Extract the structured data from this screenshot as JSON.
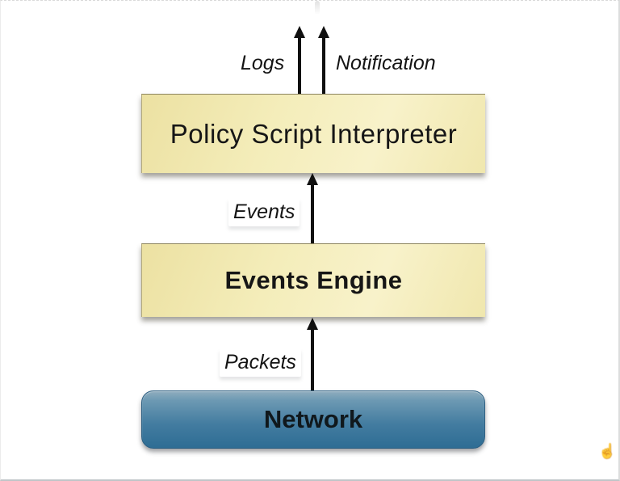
{
  "diagram": {
    "boxes": [
      {
        "id": "policy-script-interpreter",
        "label": "Policy Script Interpreter",
        "fill": "#f4edba",
        "edge": "#8e8660"
      },
      {
        "id": "events-engine",
        "label": "Events Engine",
        "fill": "#f4edba",
        "edge": "#8e8660"
      },
      {
        "id": "network",
        "label": "Network",
        "fill_top": "#8fadbe",
        "fill_bottom": "#2e6d94",
        "edge": "#2d5f82"
      }
    ],
    "flow_labels": [
      {
        "id": "logs",
        "label": "Logs"
      },
      {
        "id": "notification",
        "label": "Notification"
      },
      {
        "id": "events",
        "label": "Events"
      },
      {
        "id": "packets",
        "label": "Packets"
      }
    ],
    "arrow_color": "#101010",
    "text_color": "#161616",
    "background": "#ffffff",
    "watermark_icon": "hand-cursor"
  }
}
